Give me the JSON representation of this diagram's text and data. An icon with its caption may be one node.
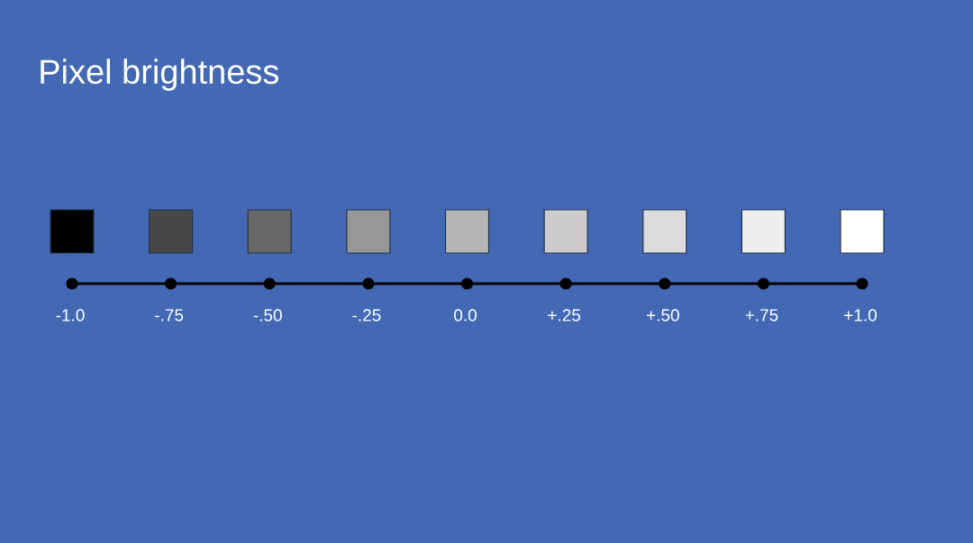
{
  "diagram": {
    "title": "Pixel brightness",
    "legend": [
      {
        "text": "-1.0",
        "color": "#000000"
      },
      {
        "text": "-.75",
        "color": "#484848"
      },
      {
        "text": "-.50",
        "color": "#686868"
      },
      {
        "text": "-.25",
        "color": "#979797"
      },
      {
        "text": "0.0",
        "color": "#b4b4b4"
      },
      {
        "text": "+.25",
        "color": "#cdcbcc"
      },
      {
        "text": "+.50",
        "color": "#dcdcdc"
      },
      {
        "text": "+.75",
        "color": "#eeeeee"
      },
      {
        "text": "+1.0",
        "color": "#ffffff"
      }
    ]
  }
}
